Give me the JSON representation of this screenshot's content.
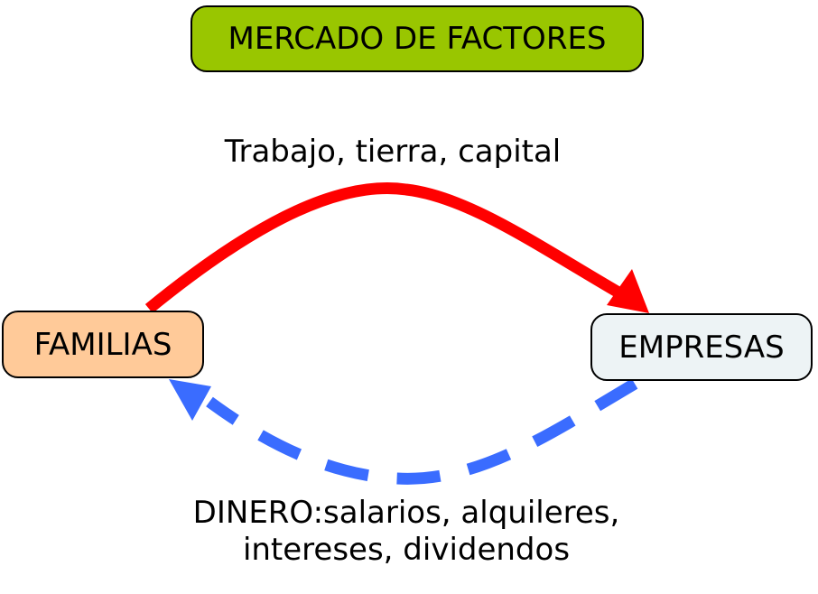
{
  "title": "MERCADO DE FACTORES",
  "nodes": {
    "familias": "FAMILIAS",
    "empresas": "EMPRESAS"
  },
  "flows": {
    "real": "Trabajo, tierra, capital",
    "money_line1": "DINERO:salarios, alquileres,",
    "money_line2": "intereses, dividendos"
  },
  "colors": {
    "title_bg": "#99c600",
    "familias_bg": "#ffca99",
    "empresas_bg": "#edf3f5",
    "real_flow": "#ff0000",
    "money_flow": "#3a6cff"
  }
}
